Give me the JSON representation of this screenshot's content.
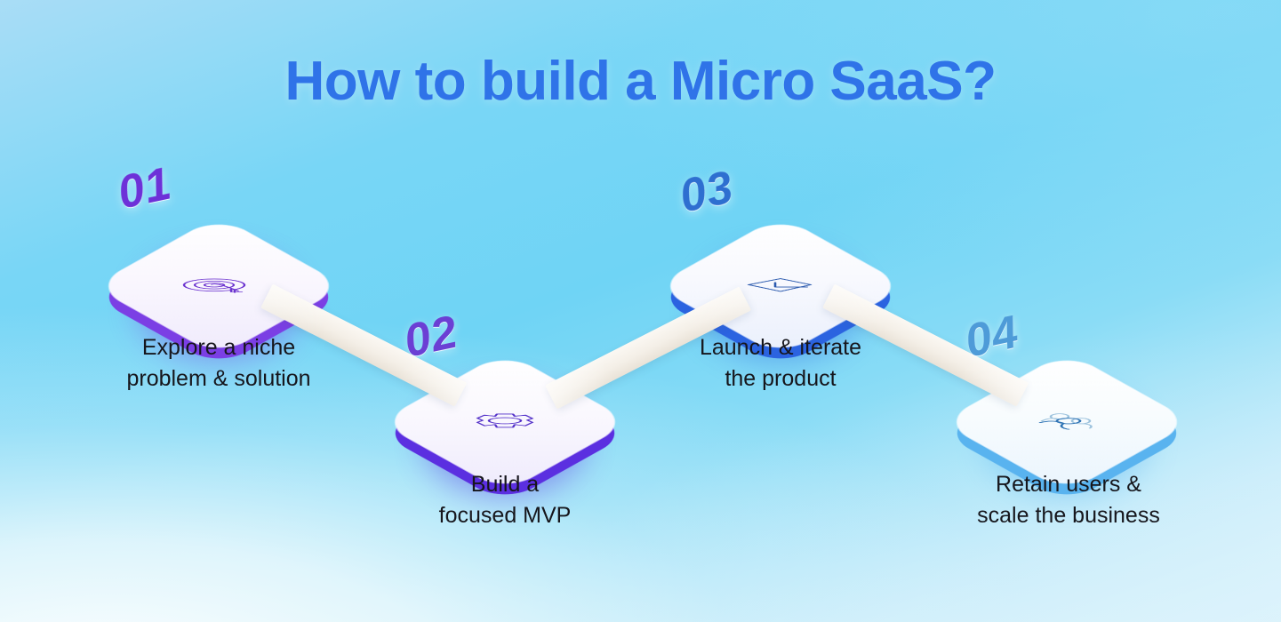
{
  "header": {
    "title": "How to build a Micro SaaS?",
    "title_color": "#2f73e8"
  },
  "theme": {
    "background_top_left": "#a9ddf6",
    "background_top_center": "#6fd4f5",
    "background_bottom_left": "#f2fafd",
    "ribbon_color": "#f4efe7",
    "caption_color": "#16161c"
  },
  "steps": [
    {
      "number": "01",
      "number_color": "#6d31d8",
      "icon_name": "target-arrow-icon",
      "icon_color": "#6b32cf",
      "edge_color": "#7b3fe4",
      "top_color": "#f7f4fd",
      "caption": "Explore a niche\nproblem & solution"
    },
    {
      "number": "02",
      "number_color": "#6b3fd4",
      "icon_name": "gear-icon",
      "icon_color": "#5533c9",
      "edge_color": "#5b2fe0",
      "top_color": "#f6f4fd",
      "caption": "Build a\nfocused MVP"
    },
    {
      "number": "03",
      "number_color": "#2e6fd0",
      "icon_name": "launch-iterate-icon",
      "icon_color": "#2b5aae",
      "edge_color": "#2b63e0",
      "top_color": "#f3f5fd",
      "caption": "Launch & iterate\nthe product"
    },
    {
      "number": "04",
      "number_color": "#4e9bd8",
      "icon_name": "users-group-icon",
      "icon_color": "#2f74b5",
      "edge_color": "#59b3ef",
      "top_color": "#f2f9fe",
      "caption": "Retain users &\nscale the business"
    }
  ]
}
